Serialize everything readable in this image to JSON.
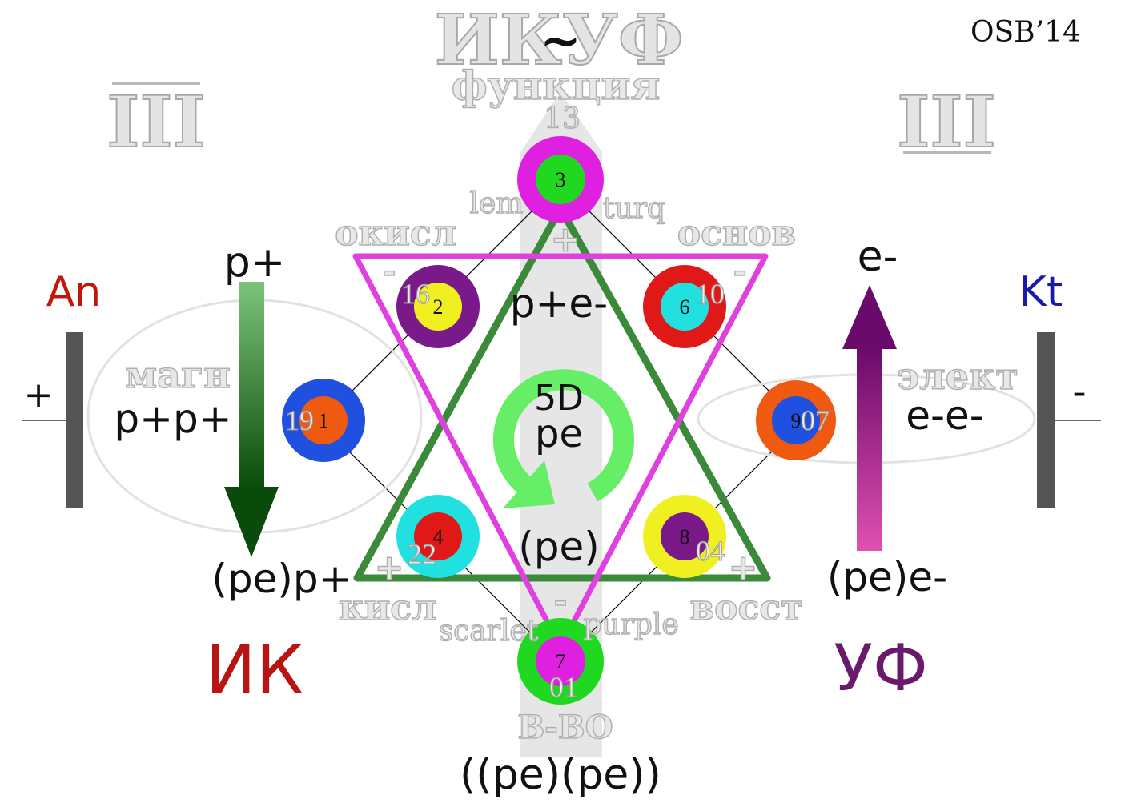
{
  "signature": "OSB’14",
  "top": {
    "title": "ИКУФ",
    "tilde": "~",
    "function": "функция",
    "number": "13"
  },
  "roman_left": "III",
  "roman_right": "III",
  "left_side": {
    "electrode_label": "An",
    "electrode_sign": "+",
    "arrow_top": "p+",
    "arrow_bottom": "(pe)p+",
    "oval_label": "магн",
    "oval_text": "p+p+",
    "region": "ИК",
    "colors": {
      "electrode_label": "#c0180c",
      "region": "#b81414"
    }
  },
  "right_side": {
    "electrode_label": "Kt",
    "electrode_sign": "-",
    "arrow_top": "e-",
    "arrow_bottom": "(pe)e-",
    "oval_label": "элект",
    "oval_text": "e-e-",
    "region": "УФ",
    "colors": {
      "electrode_label": "#1a1aa8",
      "region": "#6a1a6a"
    }
  },
  "labels": {
    "okisl": "окисл",
    "osnov": "основ",
    "kisl": "кисл",
    "vosst": "восст",
    "lem": "lem",
    "turq": "turq",
    "scarlet": "scarlet",
    "purple": "purple",
    "bottom_sub": "В-ВО",
    "bottom_formula": "((pe)(pe))"
  },
  "center": {
    "top_formula": "p+e-",
    "cycle_top": "5D",
    "cycle_bottom": "pe",
    "bottom_formula": "(pe)"
  },
  "signs": {
    "top_plus": "+",
    "bottom_minus": "-",
    "left_minus": "-",
    "right_minus": "-",
    "left_plus": "+",
    "right_plus": "+"
  },
  "nodes": {
    "top": {
      "inner": "3",
      "outer_label": "",
      "outer_color": "#e020e0",
      "inner_color": "#20d820"
    },
    "upper_left": {
      "inner": "2",
      "outer_label": "16",
      "outer_color": "#7a1a8a",
      "inner_color": "#f0f020"
    },
    "upper_right": {
      "inner": "6",
      "outer_label": "10",
      "outer_color": "#e01818",
      "inner_color": "#20e0e0"
    },
    "left": {
      "inner": "1",
      "outer_label": "19",
      "outer_color": "#2050e0",
      "inner_color": "#f05a10"
    },
    "right": {
      "inner": "9",
      "outer_label": "07",
      "outer_color": "#f05a10",
      "inner_color": "#2050e0"
    },
    "lower_left": {
      "inner": "4",
      "outer_label": "22",
      "outer_color": "#20e0e0",
      "inner_color": "#e01818"
    },
    "lower_right": {
      "inner": "8",
      "outer_label": "04",
      "outer_color": "#f0f020",
      "inner_color": "#7a1a8a"
    },
    "bottom": {
      "inner": "7",
      "outer_label": "01",
      "outer_color": "#20d820",
      "inner_color": "#e020e0"
    }
  },
  "colors": {
    "magenta_triangle": "#e040e0",
    "green_triangle": "#3a8a3a",
    "green_arrow_top": "#7cc47c",
    "green_arrow_bottom": "#0a4a0a",
    "purple_arrow_top": "#6a0a6a",
    "purple_arrow_bottom": "#e050b0",
    "cycle_arrow": "#66ee66",
    "electrode": "#555555"
  }
}
